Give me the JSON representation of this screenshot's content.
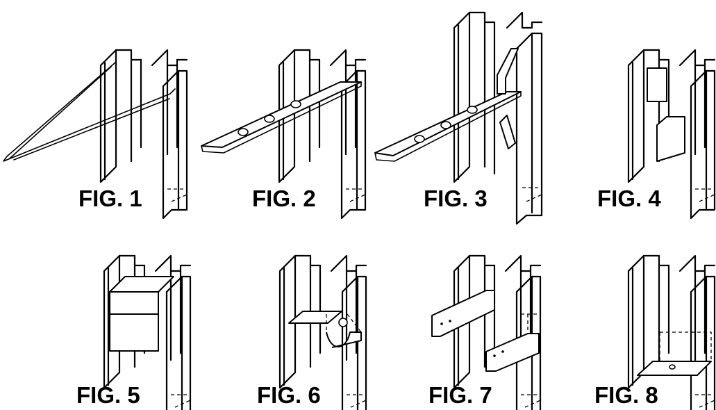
{
  "figures": [
    {
      "id": "fig1",
      "label": "FIG. 1",
      "hardware": "wire-brace"
    },
    {
      "id": "fig2",
      "label": "FIG. 2",
      "hardware": "perforated-strap"
    },
    {
      "id": "fig3",
      "label": "FIG. 3",
      "hardware": "perforated-strap-with-bracket"
    },
    {
      "id": "fig4",
      "label": "FIG. 4",
      "hardware": "clip-plates"
    },
    {
      "id": "fig5",
      "label": "FIG. 5",
      "hardware": "channel-block"
    },
    {
      "id": "fig6",
      "label": "FIG. 6",
      "hardware": "clip-angle-with-hook"
    },
    {
      "id": "fig7",
      "label": "FIG. 7",
      "hardware": "bracket-plates"
    },
    {
      "id": "fig8",
      "label": "FIG. 8",
      "hardware": "base-track-plate"
    }
  ]
}
